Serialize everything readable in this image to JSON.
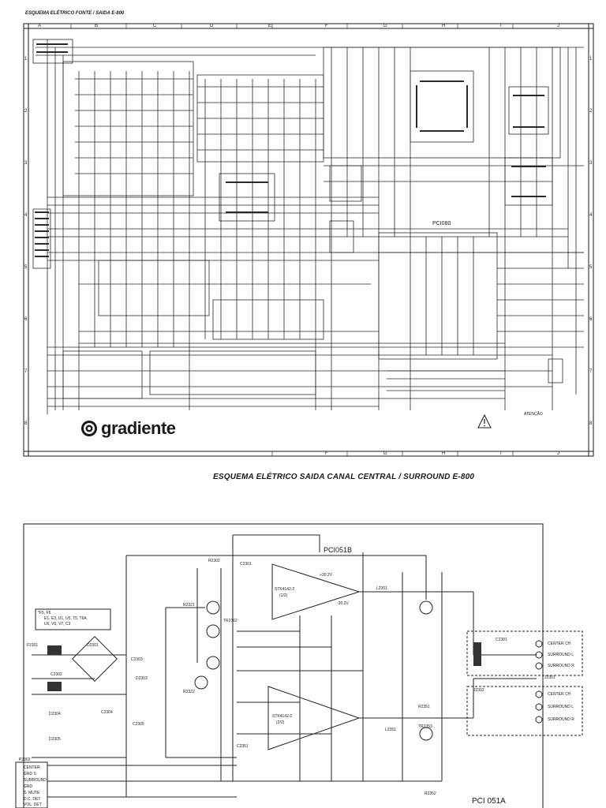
{
  "top_sheet": {
    "header": "ESQUEMA ELÉTRICO FONTE / SAIDA  E-800",
    "column_letters": [
      "A",
      "B",
      "C",
      "D",
      "E",
      "F",
      "G",
      "H",
      "I",
      "J"
    ],
    "row_numbers": [
      "1",
      "2",
      "3",
      "4",
      "5",
      "6",
      "7",
      "8"
    ],
    "board_label": "PCI080",
    "warning_label": "ATENÇÃO",
    "brand": "gradiente"
  },
  "bottom_sheet": {
    "title": "ESQUEMA ELÉTRICO SAIDA CANAL CENTRAL / SURROUND  E-800",
    "board_top": "PCI051B",
    "board_bottom": "PCI 051A",
    "ic_top": "STK4142-2",
    "ic_top_part": "(1/2)",
    "ic_bottom": "STK4142-2",
    "ic_bottom_part": "(2/2)",
    "outputs_top": [
      "CENTER CH",
      "SURROUND L",
      "SURROUND R"
    ],
    "outputs_bottom": [
      "CENTER CH",
      "SURROUND L",
      "SURROUND R"
    ],
    "connector_pins": [
      "CENTER",
      "GND S",
      "SURROUND",
      "GND",
      "S. MUTE",
      "D.C. DET",
      "VOL. DET"
    ],
    "connector_label": "P2302",
    "fuse_label": "F2301",
    "legend_lines": [
      "*F5, F6",
      "E1, E3, U1, U5,  T5, T6A",
      "U6, V6, V7, C3"
    ],
    "components": {
      "c2301": "C2301",
      "c2302": "C2302",
      "r2302": "R2302",
      "r2321": "R2321",
      "r2322": "R2322",
      "tr2302": "TR2302",
      "d2301": "D2301",
      "d2303": "D2303",
      "d2304": "D2304",
      "d2305": "D2305",
      "c2303": "C2303",
      "c2304": "C2304",
      "c2305": "C2305",
      "c2351": "C2351",
      "c2381": "C2381",
      "l2301": "L2301",
      "l2351": "L2351",
      "tr2353": "TR2353",
      "r2351": "R2351",
      "r2352": "R2352",
      "rail_pos": "+30.2V",
      "rail_neg": "-30.2V",
      "j2301": "J2301",
      "j2302": "J2302"
    }
  }
}
